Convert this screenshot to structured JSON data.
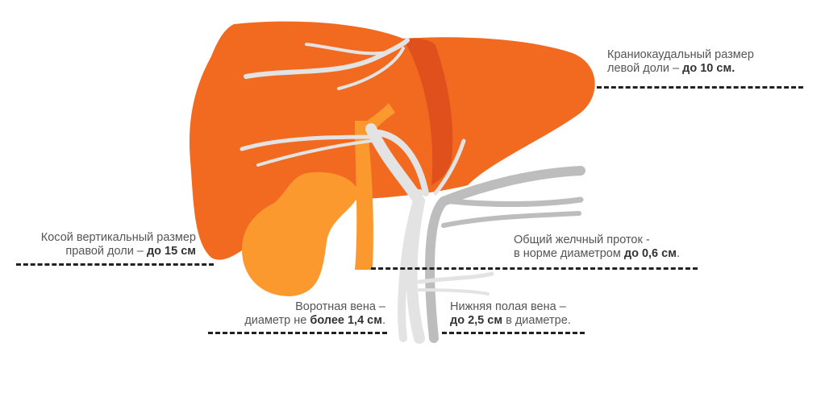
{
  "labels": {
    "left_lobe": {
      "line1": "Краниокаудальный размер",
      "line2_pre": "левой доли – ",
      "line2_bold": "до 10 см."
    },
    "right_lobe": {
      "line1": "Косой вертикальный размер",
      "line2_pre": "правой доли – ",
      "line2_bold": "до 15 см"
    },
    "bile_duct": {
      "line1": "Общий желчный проток -",
      "line2_pre": "в норме диаметром ",
      "line2_bold": "до 0,6 см",
      "line2_post": "."
    },
    "portal_vein": {
      "line1": "Воротная вена –",
      "line2_pre": "диаметр не ",
      "line2_bold": "более 1,4 см",
      "line2_post": "."
    },
    "ivc": {
      "line1": "Нижняя полая вена –",
      "line2_bold": "до 2,5 см",
      "line2_post": " в диаметре."
    }
  },
  "colors": {
    "liver": "#f26a1f",
    "liver_dark": "#e0501c",
    "gallbladder": "#fc992e",
    "vessel_light": "#e3e3e3",
    "vessel_dark": "#bdbdbd"
  }
}
